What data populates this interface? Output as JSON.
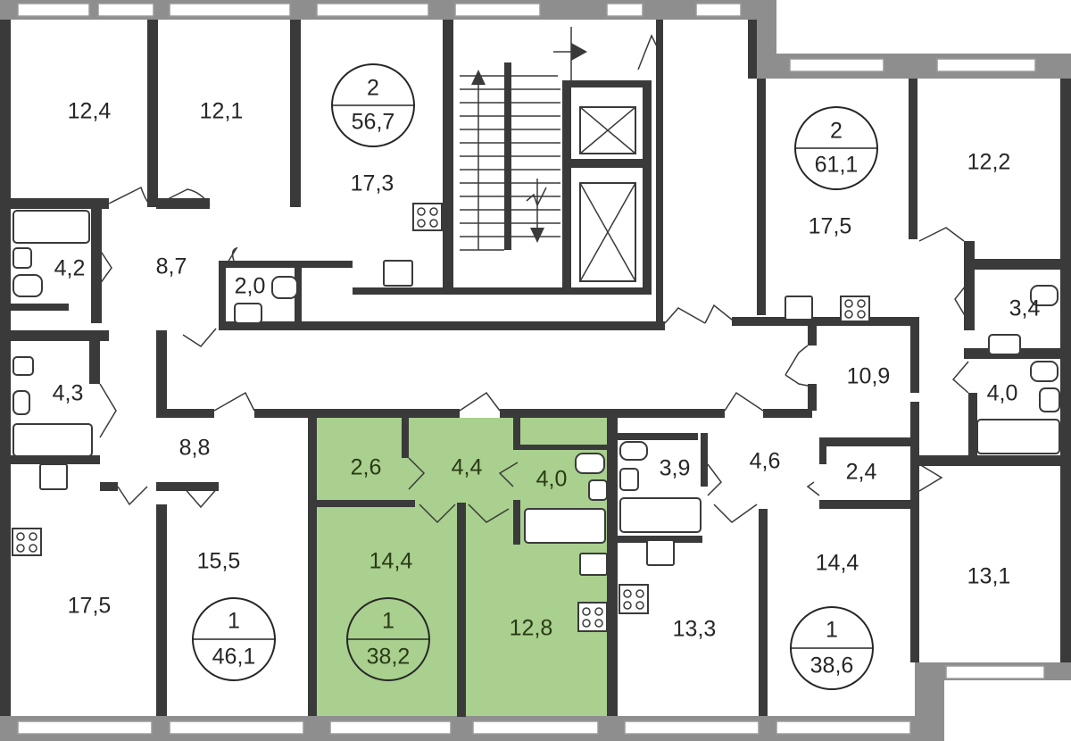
{
  "colors": {
    "wall": "#3a3a3a",
    "outer_wall": "#8e8e8e",
    "highlight": "#a9d08e",
    "text": "#262626",
    "background": "#ffffff"
  },
  "apartments": [
    {
      "id": "apt-top-left",
      "rooms": 2,
      "area": "56,7",
      "highlighted": false
    },
    {
      "id": "apt-top-right",
      "rooms": 2,
      "area": "61,1",
      "highlighted": false
    },
    {
      "id": "apt-bottom-left",
      "rooms": 1,
      "area": "46,1",
      "highlighted": false
    },
    {
      "id": "apt-bottom-center",
      "rooms": 1,
      "area": "38,2",
      "highlighted": true
    },
    {
      "id": "apt-bottom-right",
      "rooms": 1,
      "area": "38,6",
      "highlighted": false
    }
  ],
  "rooms": {
    "tl_bedroom_1": "12,4",
    "tl_bedroom_2": "12,1",
    "tl_kitchen": "17,3",
    "tl_bath": "4,2",
    "tl_hall": "8,7",
    "tl_wc": "2,0",
    "tr_kitchen": "17,5",
    "tr_bedroom": "12,2",
    "tr_bath_1": "3,4",
    "tr_hall": "10,9",
    "tr_bath_2": "4,0",
    "bl_bath": "4,3",
    "bl_hall": "8,8",
    "bl_kitchen": "17,5",
    "bl_room": "15,5",
    "bc_storage": "2,6",
    "bc_hall": "4,4",
    "bc_bath": "4,0",
    "bc_room": "14,4",
    "bc_kitchen": "12,8",
    "br_bath": "3,9",
    "br_hall": "4,6",
    "br_storage": "2,4",
    "br_kitchen": "13,3",
    "br_room": "14,4",
    "br_far_room": "13,1"
  }
}
